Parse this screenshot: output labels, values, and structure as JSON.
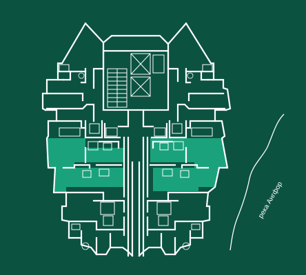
{
  "map": {
    "background_color": "#0b5241",
    "wall_color": "#ffffff",
    "highlight_color": "#1aa27c",
    "river_label": "река Ангфор",
    "highlighted_units": [
      "left-upper-apartment",
      "left-lower-apartment",
      "right-upper-apartment",
      "right-lower-apartment"
    ]
  }
}
